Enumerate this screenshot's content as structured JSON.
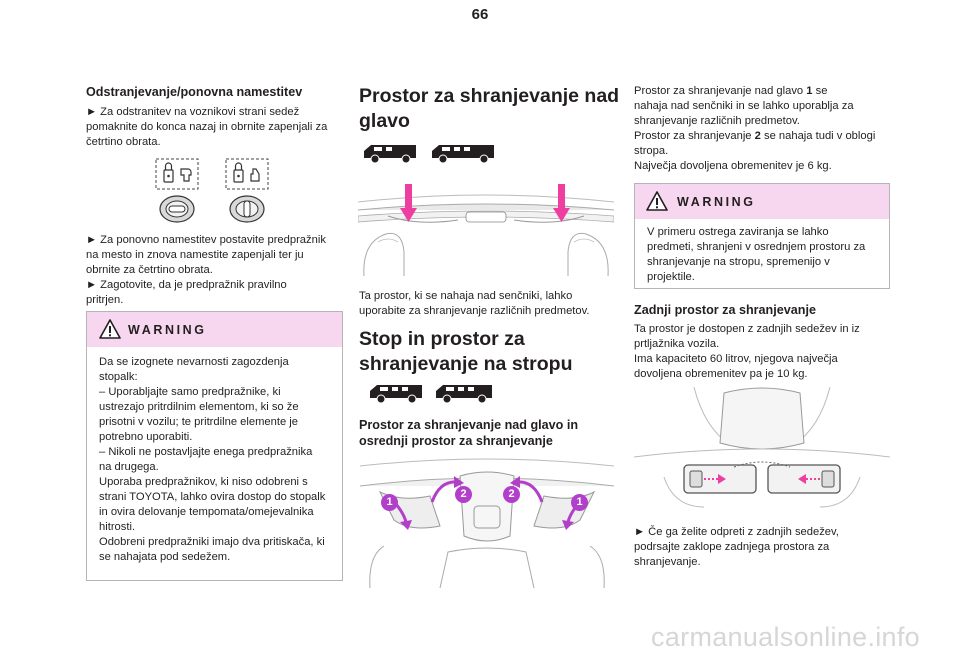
{
  "page": {
    "number": "66"
  },
  "col1": {
    "heading": "Odstranjevanje/ponovna namestitev",
    "para1": [
      "► Za odstranitev na voznikovi strani sedež",
      "pomaknite do konca nazaj in obrnite zapenjali za",
      "četrtino obrata."
    ],
    "para2": [
      "► Za ponovno namestitev postavite predpražnik",
      "na mesto in znova namestite zapenjali ter ju",
      "obrnite za četrtino obrata.",
      "► Zagotovite, da je predpražnik pravilno",
      "pritrjen."
    ],
    "warning": {
      "title": "WARNING",
      "lines": [
        "Da se izognete nevarnosti zagozdenja",
        "stopalk:",
        "– Uporabljajte samo predpražnike, ki",
        "ustrezajo pritrdilnim elementom, ki so že",
        "prisotni v vozilu; te pritrdilne elemente je",
        "potrebno uporabiti.",
        "– Nikoli ne postavljajte enega predpražnika",
        "na drugega.",
        "Uporaba predpražnikov, ki niso odobreni s",
        "strani TOYOTA, lahko ovira dostop do stopalk",
        "in ovira delovanje tempomata/omejevalnika",
        "hitrosti.",
        "Odobreni predpražniki imajo dva pritiskača, ki",
        "se nahajata pod sedežem."
      ]
    }
  },
  "col2": {
    "heading1": [
      "Prostor za shranjevanje nad",
      "glavo"
    ],
    "caption1": [
      "Ta prostor, ki se nahaja nad senčniki, lahko",
      "uporabite za shranjevanje različnih predmetov."
    ],
    "heading2": [
      "Stop in prostor za",
      "shranjevanje na stropu"
    ],
    "subheading": [
      "Prostor za shranjevanje nad glavo in",
      "osrednji prostor za shranjevanje"
    ],
    "callouts": [
      "1",
      "2",
      "2",
      "1"
    ]
  },
  "col3": {
    "para1_lines": [
      {
        "pre": "Prostor za shranjevanje nad glavo ",
        "bold": "1",
        "post": " se"
      },
      {
        "pre": "nahaja nad senčniki in se lahko uporablja za",
        "bold": "",
        "post": ""
      },
      {
        "pre": "shranjevanje različnih predmetov.",
        "bold": "",
        "post": ""
      },
      {
        "pre": "Prostor za shranjevanje ",
        "bold": "2",
        "post": " se nahaja tudi v oblogi"
      },
      {
        "pre": "stropa.",
        "bold": "",
        "post": ""
      },
      {
        "pre": "Največja dovoljena obremenitev je 6 kg.",
        "bold": "",
        "post": ""
      }
    ],
    "warning": {
      "title": "WARNING",
      "lines": [
        "V primeru ostrega zaviranja se lahko",
        "predmeti, shranjeni v osrednjem prostoru za",
        "shranjevanje na stropu, spremenijo v",
        "projektile."
      ]
    },
    "heading": "Zadnji prostor za shranjevanje",
    "para2": [
      "Ta prostor je dostopen z zadnjih sedežev in iz",
      "prtljažnika vozila.",
      "Ima kapaciteto 60 litrov, njegova največja",
      "dovoljena obremenitev pa je 10 kg."
    ],
    "para3": [
      "► Če ga želite odpreti z zadnjih sedežev,",
      "podrsajte zaklope zadnjega prostora za",
      "shranjevanje."
    ]
  },
  "footer": {
    "watermark": "carmanualsonline.info"
  },
  "colors": {
    "warning_band": "#f7d6ef",
    "arrow_pink": "#ee3fa0",
    "callout_purple": "#b23fc9",
    "text": "#231f20"
  },
  "icons": [
    "warning-triangle-icon",
    "van-silhouette-icon",
    "clip-lock-icon",
    "arrow-down-icon"
  ]
}
